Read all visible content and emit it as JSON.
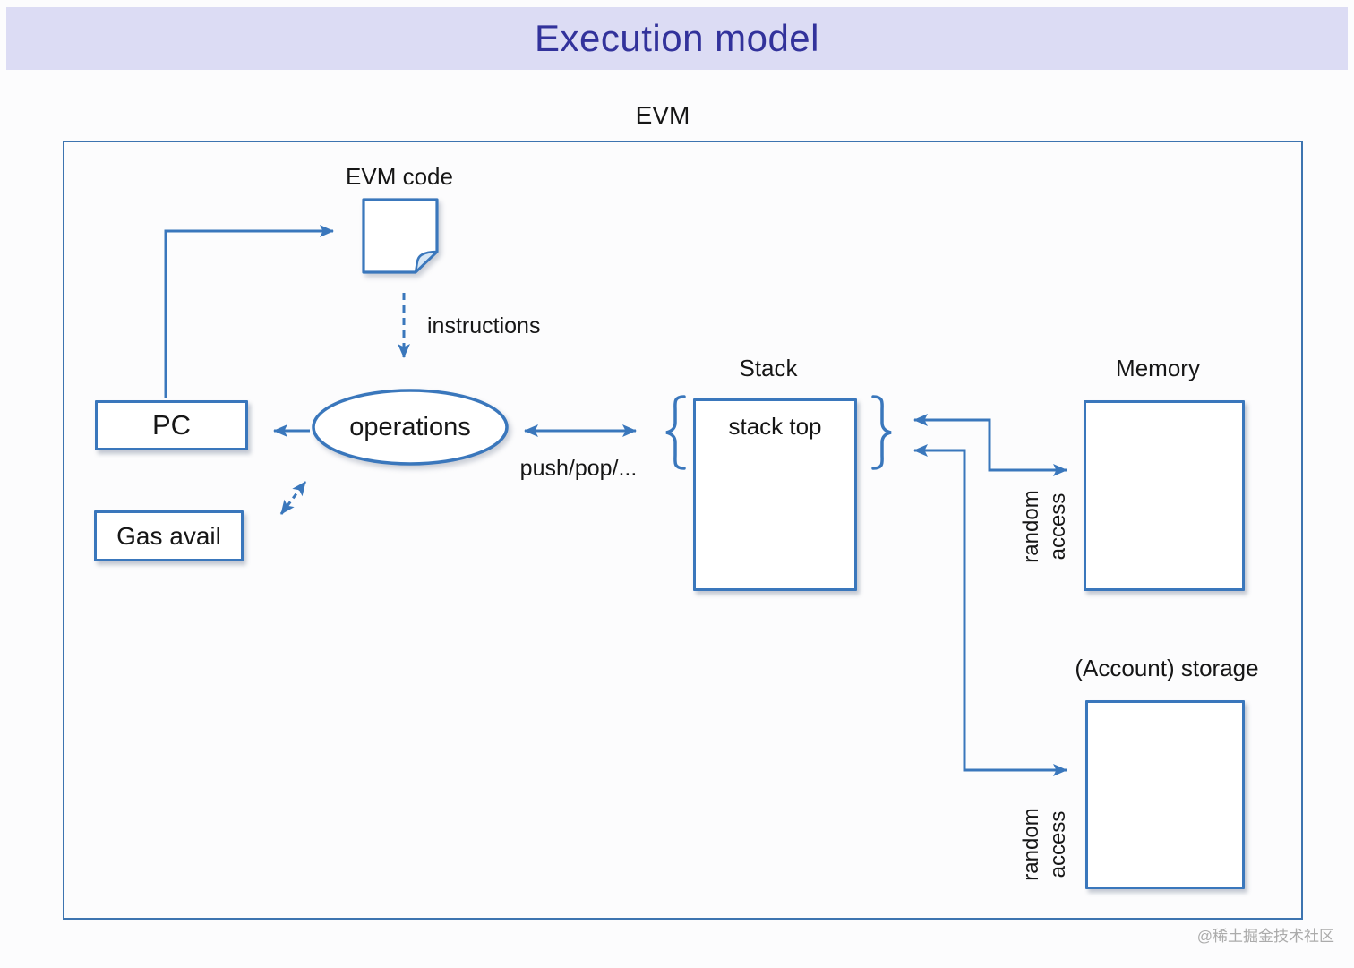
{
  "header": {
    "title": "Execution model"
  },
  "diagram": {
    "evm_label": "EVM",
    "evm_code_label": "EVM code",
    "pc_label": "PC",
    "gas_label": "Gas avail",
    "operations_label": "operations",
    "stack_label": "Stack",
    "stack_top_label": "stack top",
    "memory_label": "Memory",
    "storage_label": "(Account) storage",
    "instructions_label": "instructions",
    "push_pop_label": "push/pop/...",
    "memory_access": {
      "line1": "random",
      "line2": "access"
    },
    "storage_access": {
      "line1": "random",
      "line2": "access"
    }
  },
  "watermark": "@稀土掘金技术社区",
  "colors": {
    "accent_blue": "#3a77bc",
    "outer_border_blue": "#3d74b0",
    "title_text": "#32329b",
    "title_bg": "#dcdcf4",
    "label_text": "#161616",
    "watermark_gray": "#ababab",
    "fold_fill": "#d6e6f5"
  }
}
